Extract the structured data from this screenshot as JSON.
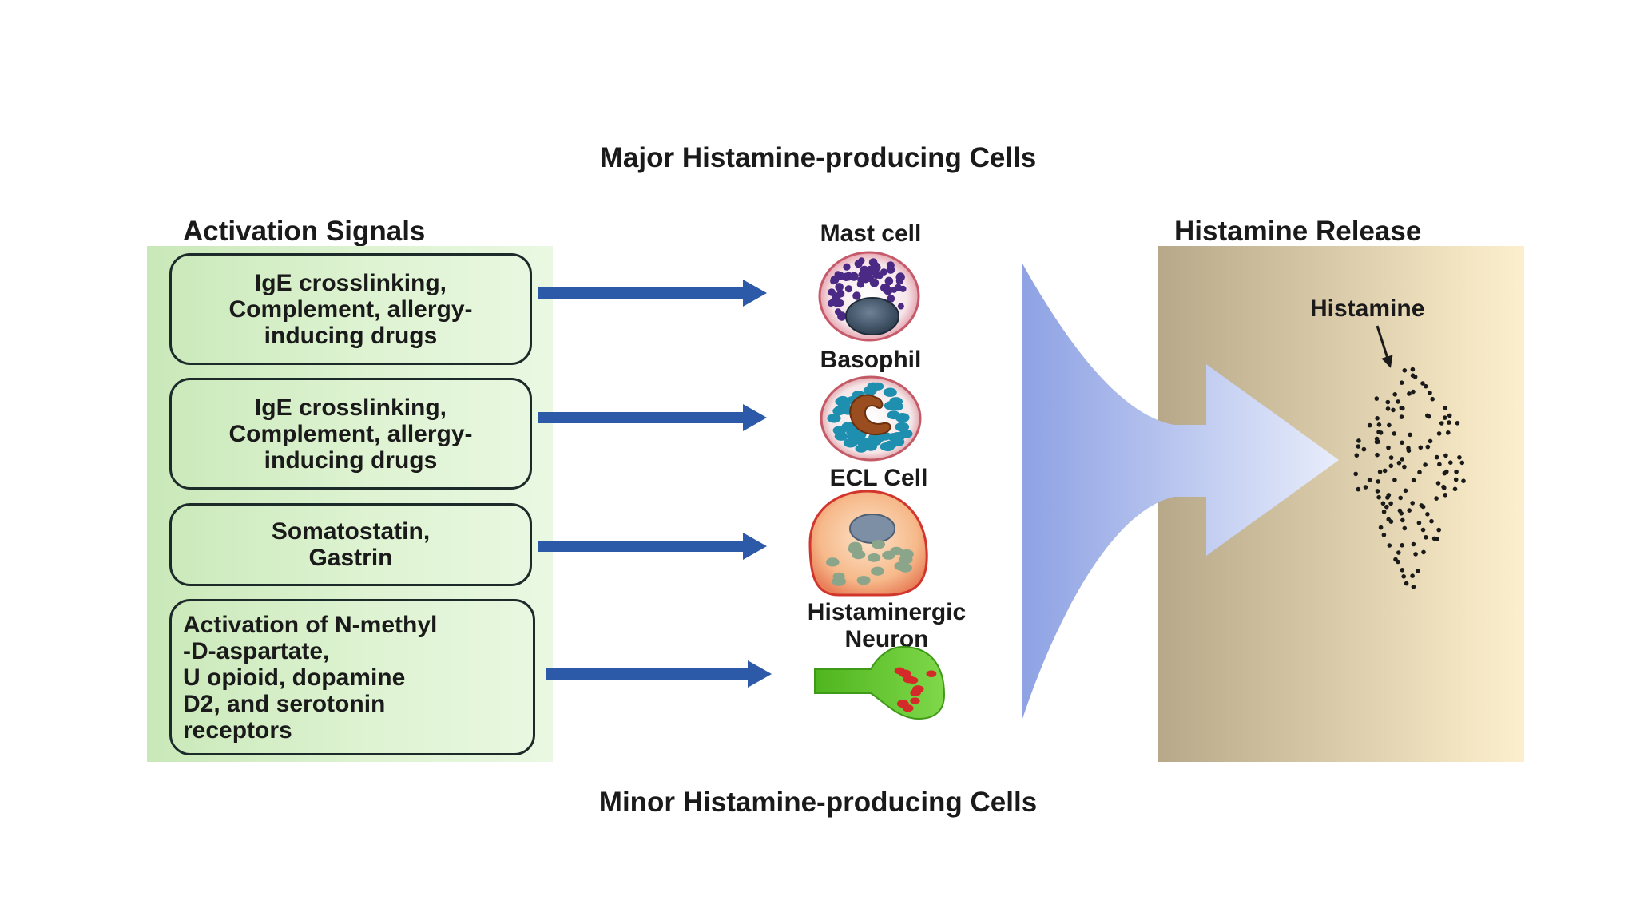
{
  "titles": {
    "top": "Major Histamine-producing Cells",
    "bottom": "Minor Histamine-producing Cells"
  },
  "headings": {
    "left": "Activation Signals",
    "right": "Histamine Release"
  },
  "signals": [
    "IgE crosslinking,\nComplement, allergy-\ninducing drugs",
    "IgE crosslinking,\nComplement, allergy-\ninducing drugs",
    "Somatostatin,\nGastrin",
    "Activation of N-methyl\n-D-aspartate,\nU opioid, dopamine\nD2, and serotonin\nreceptors"
  ],
  "cells": {
    "mast": "Mast cell",
    "basophil": "Basophil",
    "ecl": "ECL Cell",
    "neuron": "Histaminergic\nNeuron"
  },
  "histamine_label": "Histamine",
  "colors": {
    "arrow_blue": "#2d5aa8",
    "mast_granule": "#4b2a86",
    "basophil_granule": "#1f8fb0",
    "ecl_granule": "#8aa58a",
    "neuron_green": "#5cc22e",
    "neuron_dots": "#d42a2a"
  }
}
